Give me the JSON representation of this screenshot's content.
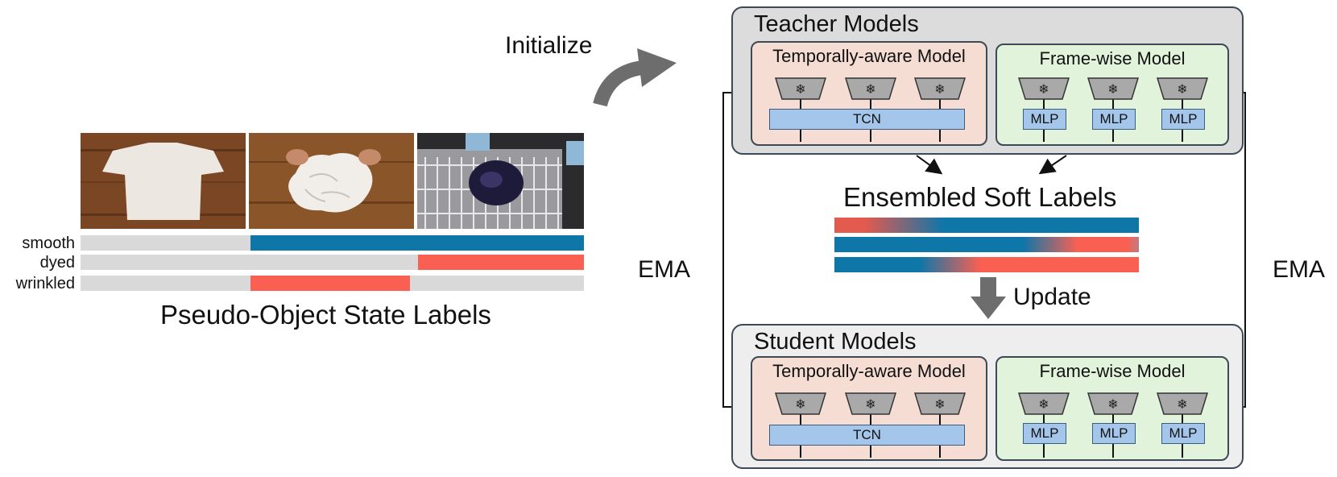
{
  "initialize_label": "Initialize",
  "ema_left_label": "EMA",
  "ema_right_label": "EMA",
  "update_label": "Update",
  "ensembled_label": "Ensembled Soft Labels",
  "pseudo_caption": "Pseudo-Object State Labels",
  "state_rows": [
    {
      "name": "smooth",
      "segments": [
        {
          "start": 0.338,
          "end": 1.0,
          "color": "#0f76a8"
        }
      ]
    },
    {
      "name": "dyed",
      "segments": [
        {
          "start": 0.67,
          "end": 1.0,
          "color": "#fa6052"
        }
      ]
    },
    {
      "name": "wrinkled",
      "segments": [
        {
          "start": 0.338,
          "end": 0.655,
          "color": "#fa6052"
        }
      ]
    }
  ],
  "teacher": {
    "title": "Teacher Models",
    "temporal_title": "Temporally-aware Model",
    "tcn_label": "TCN",
    "frame_title": "Frame-wise Model",
    "mlp_labels": [
      "MLP",
      "MLP",
      "MLP"
    ]
  },
  "student": {
    "title": "Student Models",
    "temporal_title": "Temporally-aware Model",
    "tcn_label": "TCN",
    "frame_title": "Frame-wise Model",
    "mlp_labels": [
      "MLP",
      "MLP",
      "MLP"
    ]
  },
  "colors": {
    "blue": "#0f76a8",
    "red": "#fa6052",
    "track": "#d9d9d9",
    "temporal_bg": "#f5ddd4",
    "frame_bg": "#e2f3dc",
    "teacher_bg": "#dcdcdc",
    "student_bg": "#eeeeee"
  }
}
